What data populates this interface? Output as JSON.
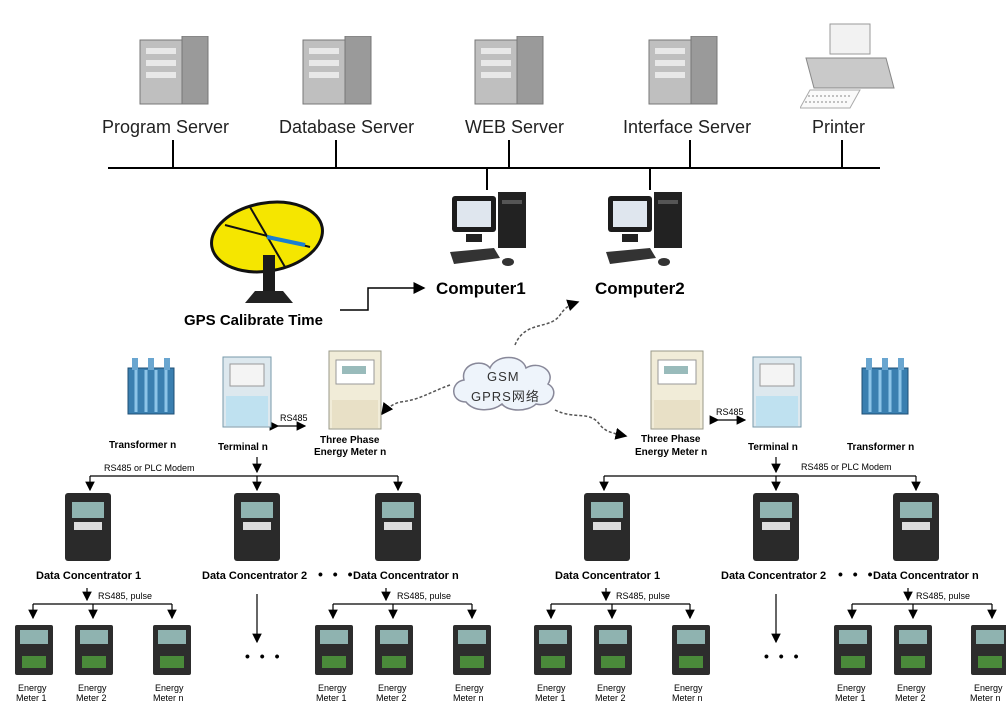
{
  "servers": [
    {
      "label": "Program Server",
      "icon": "server-icon"
    },
    {
      "label": "Database Server",
      "icon": "server-icon"
    },
    {
      "label": "WEB Server",
      "icon": "server-icon"
    },
    {
      "label": "Interface Server",
      "icon": "server-icon"
    },
    {
      "label": "Printer",
      "icon": "printer-icon"
    }
  ],
  "computers": [
    "Computer1",
    "Computer2"
  ],
  "gps": {
    "label": "GPS Calibrate Time",
    "icon": "satellite-dish-icon"
  },
  "cloud": {
    "line1": "GSM",
    "line2": "GPRS网络"
  },
  "left": {
    "transformer": "Transformer n",
    "terminal": "Terminal n",
    "rs485": "RS485",
    "three_phase_1": "Three Phase",
    "three_phase_2": "Energy Meter n",
    "bus": "RS485 or PLC Modem",
    "dc1": "Data Concentrator 1",
    "dc2": "Data Concentrator 2",
    "dcn": "Data Concentrator n",
    "rs_pulse_1": "RS485,  pulse",
    "rs_pulse_2": "RS485,  pulse",
    "m1a": "Energy",
    "m1b": "Meter 1",
    "m2a": "Energy",
    "m2b": "Meter 2",
    "m3a": "Energy",
    "m3b": "Meter n",
    "m4a": "Energy",
    "m4b": "Meter 1",
    "m5a": "Energy",
    "m5b": "Meter 2",
    "m6a": "Energy",
    "m6b": "Meter n"
  },
  "right": {
    "transformer": "Transformer n",
    "terminal": "Terminal n",
    "rs485": "RS485",
    "three_phase_1": "Three Phase",
    "three_phase_2": "Energy Meter n",
    "bus": "RS485 or PLC Modem",
    "dc1": "Data Concentrator 1",
    "dc2": "Data Concentrator 2",
    "dcn": "Data Concentrator n",
    "rs_pulse_1": "RS485,  pulse",
    "rs_pulse_2": "RS485,  pulse",
    "m1a": "Energy",
    "m1b": "Meter 1",
    "m2a": "Energy",
    "m2b": "Meter 2",
    "m3a": "Energy",
    "m3b": "Meter n",
    "m4a": "Energy",
    "m4b": "Meter 1",
    "m5a": "Energy",
    "m5b": "Meter 2",
    "m6a": "Energy",
    "m6b": "Meter n"
  },
  "ellipsis": "• • •",
  "colors": {
    "meter_body": "#2a2a2a",
    "meter_screen": "#8fb3b0",
    "terminal_blue": "#bfe1f0",
    "transformer": "#3a7fb0",
    "dish_yellow": "#f5e600"
  }
}
